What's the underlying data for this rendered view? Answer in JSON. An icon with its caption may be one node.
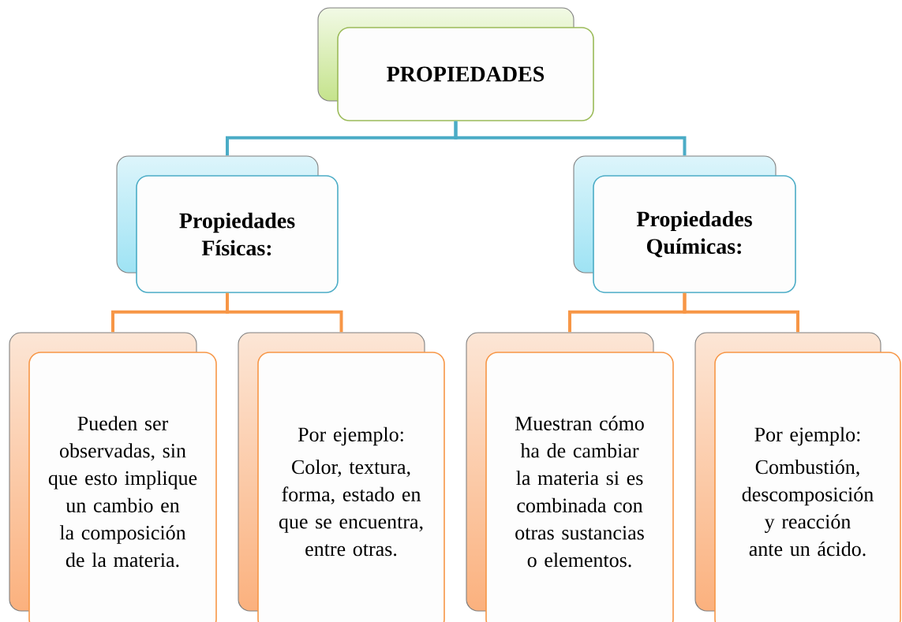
{
  "diagram": {
    "nodes": [
      {
        "text": [
          "PROPIEDADES"
        ]
      },
      {
        "text": [
          "Propiedades Físicas:"
        ]
      },
      {
        "text": [
          "Propiedades Químicas:"
        ]
      },
      {
        "text": [
          "Pueden ser observadas, sin que esto implique un cambio en la composición de la materia."
        ]
      },
      {
        "text": [
          "Por ejemplo:",
          "Color, textura, forma, estado en que se encuentra, entre otras."
        ]
      },
      {
        "text": [
          "Muestran cómo ha de cambiar la materia si es combinada con otras sustancias o elementos."
        ]
      },
      {
        "text": [
          "Por ejemplo:",
          "Combustión, descomposición y reacción ante un ácido."
        ]
      }
    ],
    "edges": [
      {
        "from": 0,
        "to": 1,
        "arrow": "none",
        "color": "#4bacc6"
      },
      {
        "from": 0,
        "to": 2,
        "arrow": "none",
        "color": "#4bacc6"
      },
      {
        "from": 1,
        "to": 3,
        "arrow": "none",
        "color": "#f79646"
      },
      {
        "from": 1,
        "to": 4,
        "arrow": "none",
        "color": "#f79646"
      },
      {
        "from": 2,
        "to": 5,
        "arrow": "none",
        "color": "#f79646"
      },
      {
        "from": 2,
        "to": 6,
        "arrow": "none",
        "color": "#f79646"
      }
    ]
  }
}
